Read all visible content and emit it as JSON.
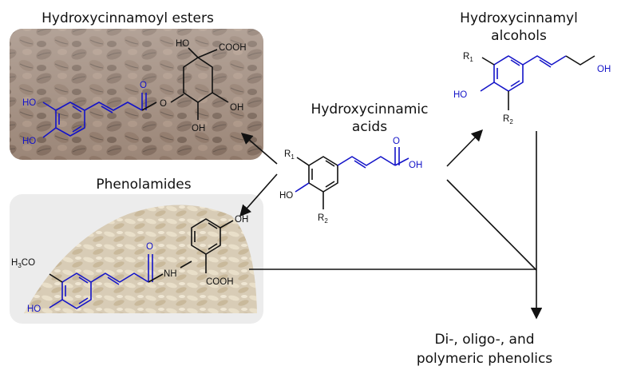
{
  "labels": {
    "esters": "Hydroxycinnamoyl esters",
    "phenolamides": "Phenolamides",
    "acids_line1": "Hydroxycinnamic",
    "acids_line2": "acids",
    "alcohols_line1": "Hydroxycinnamyl",
    "alcohols_line2": "alcohols",
    "poly_line1": "Di-, oligo-, and",
    "poly_line2": "polymeric phenolics"
  },
  "atoms": {
    "ho": "HO",
    "oh": "OH",
    "o": "O",
    "cooh": "COOH",
    "nh": "NH",
    "h3co": "H3CO",
    "r1": "R1",
    "r2": "R2"
  },
  "colors": {
    "highlight": "#1414c8",
    "coffee_bg": "#8a7160",
    "oat_bg": "#ececec"
  }
}
